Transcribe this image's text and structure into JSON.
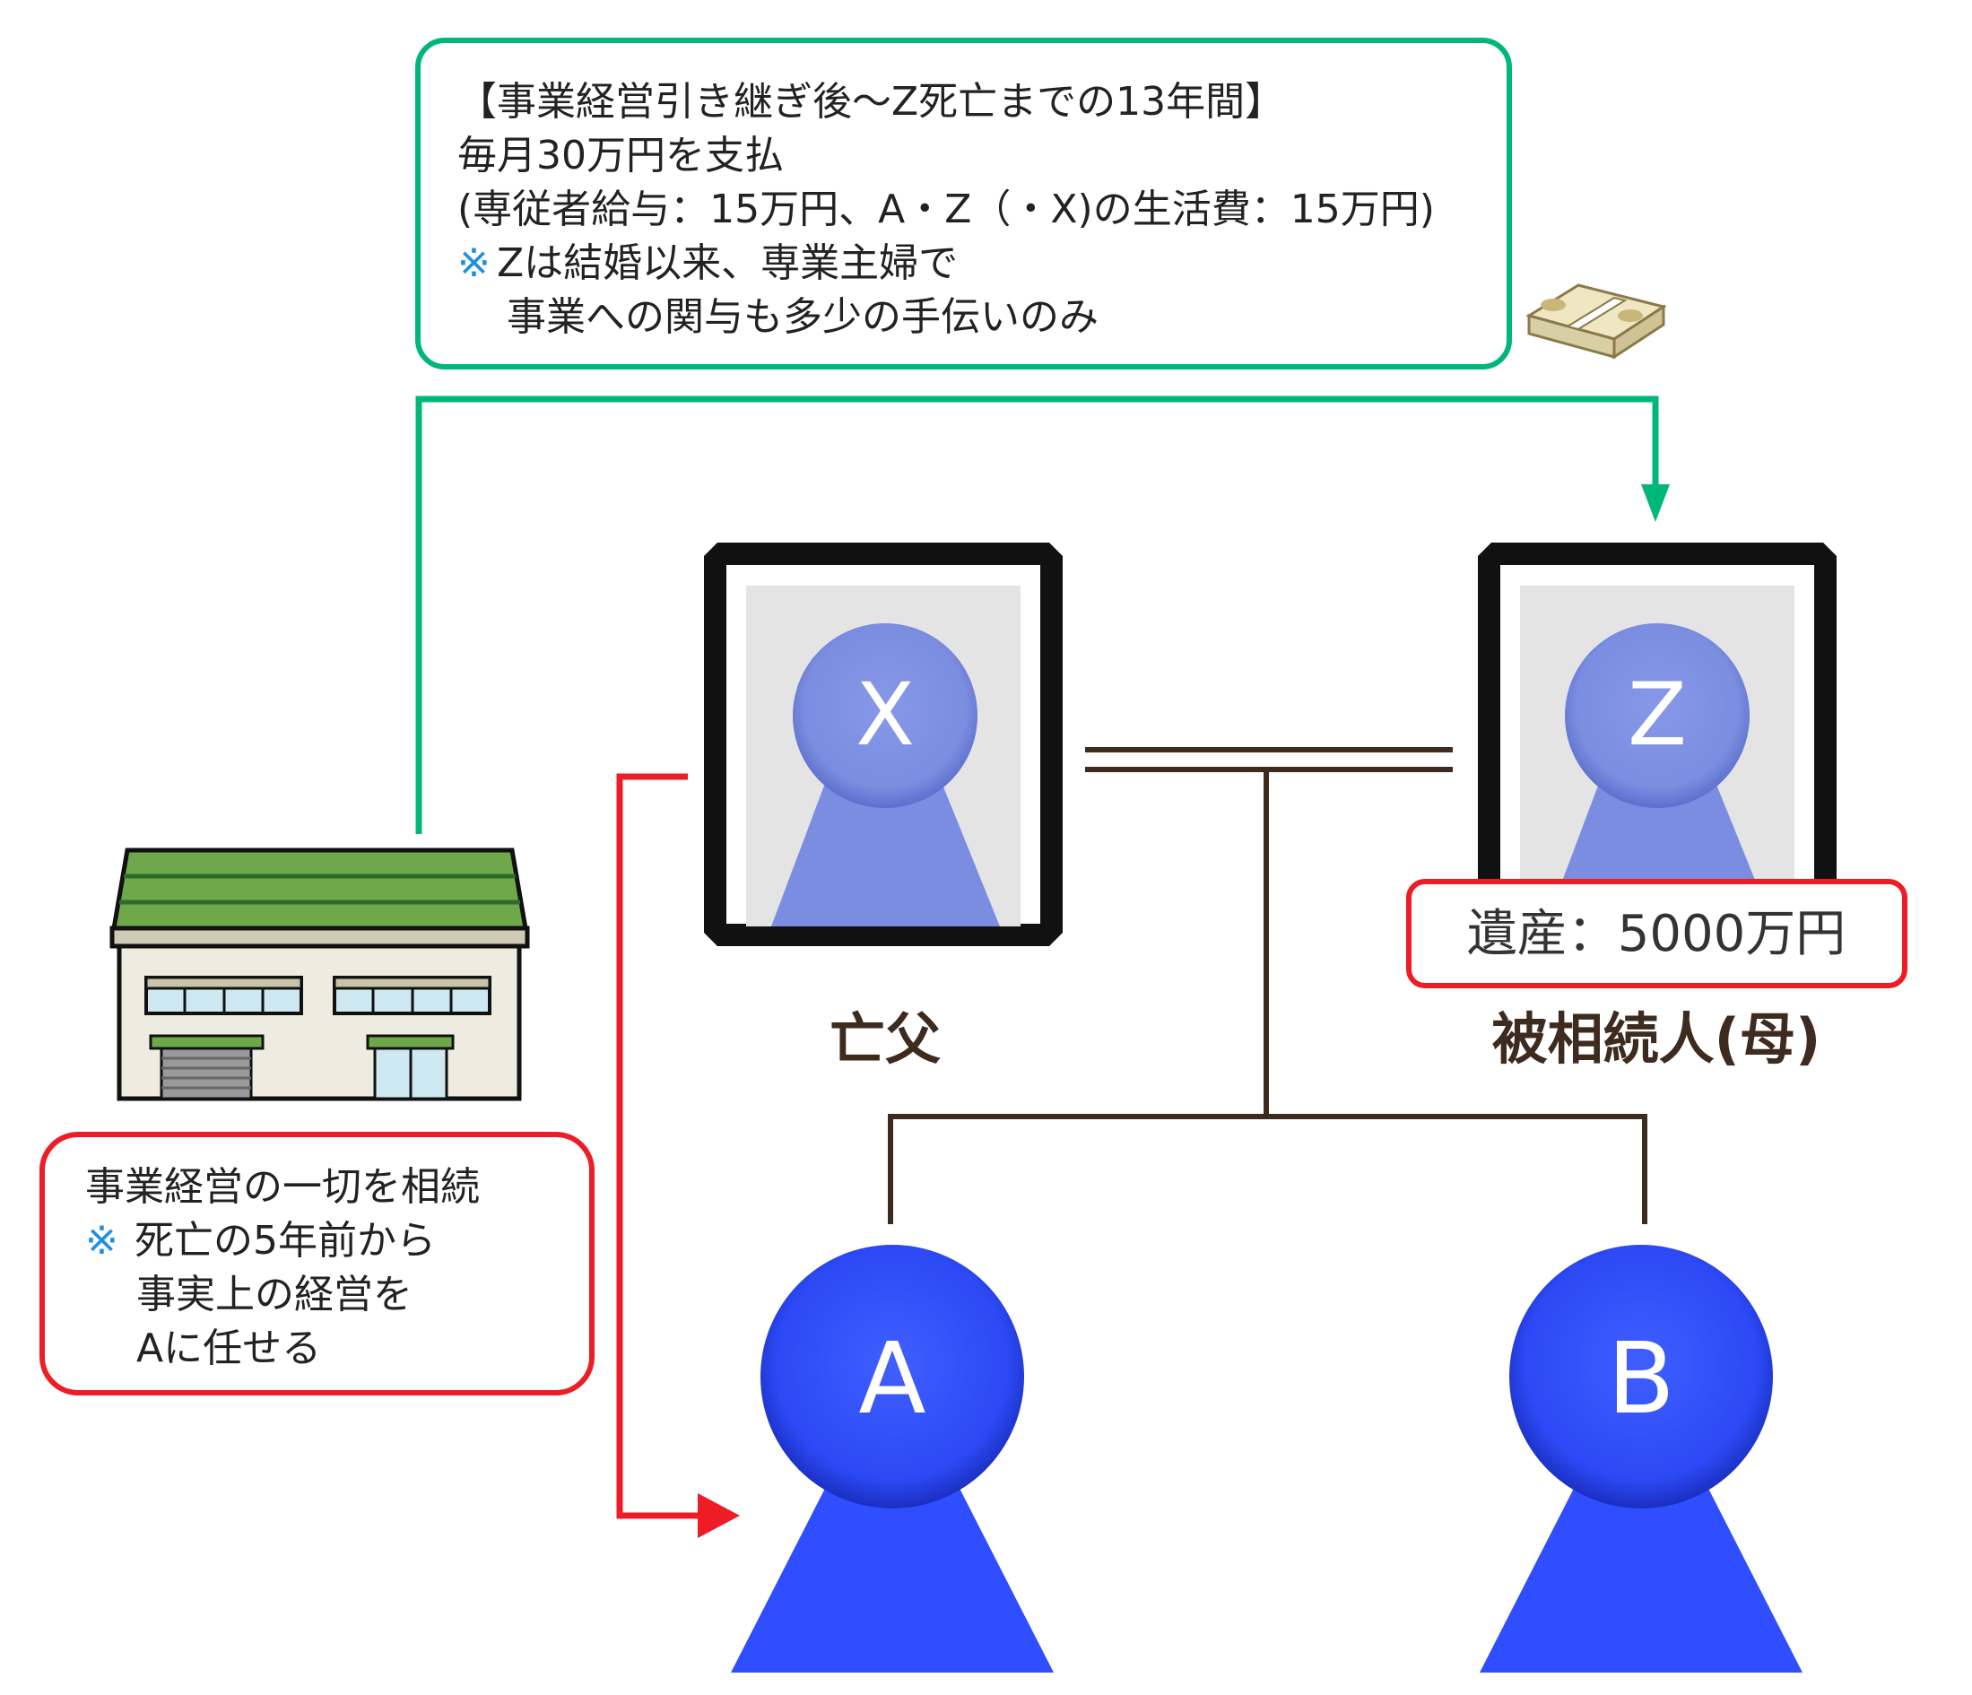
{
  "payment_note": {
    "title": "【事業経営引き継ぎ後〜Z死亡までの13年間】",
    "line1": "毎月30万円を支払",
    "line2": "(専従者給与：15万円、A・Z（・X)の生活費：15万円)",
    "note_mark": "※",
    "note_line1": " Zは結婚以来、専業主婦で",
    "note_line2": "事業への関与も多少の手伝いのみ"
  },
  "business_note": {
    "line1": "事業経営の一切を相続",
    "note_mark": "※",
    "line2": "死亡の5年前から",
    "line3": "事実上の経営を",
    "line4": "Aに任せる"
  },
  "persons": {
    "x": {
      "letter": "X",
      "caption": "亡父"
    },
    "z": {
      "letter": "Z",
      "caption": "被相続人(母)",
      "estate": "遺産：5000万円"
    },
    "a": {
      "letter": "A"
    },
    "b": {
      "letter": "B"
    }
  },
  "colors": {
    "green": "#00b77a",
    "red": "#ee1c25",
    "brown": "#3d2b1f",
    "note_blue": "#1e90e0",
    "portrait_blue": "#7b8fe0",
    "child_blue": "#2f4eff"
  },
  "icons": [
    "factory-icon",
    "cash-bundle-icon",
    "portrait-frame-icon",
    "person-icon"
  ]
}
